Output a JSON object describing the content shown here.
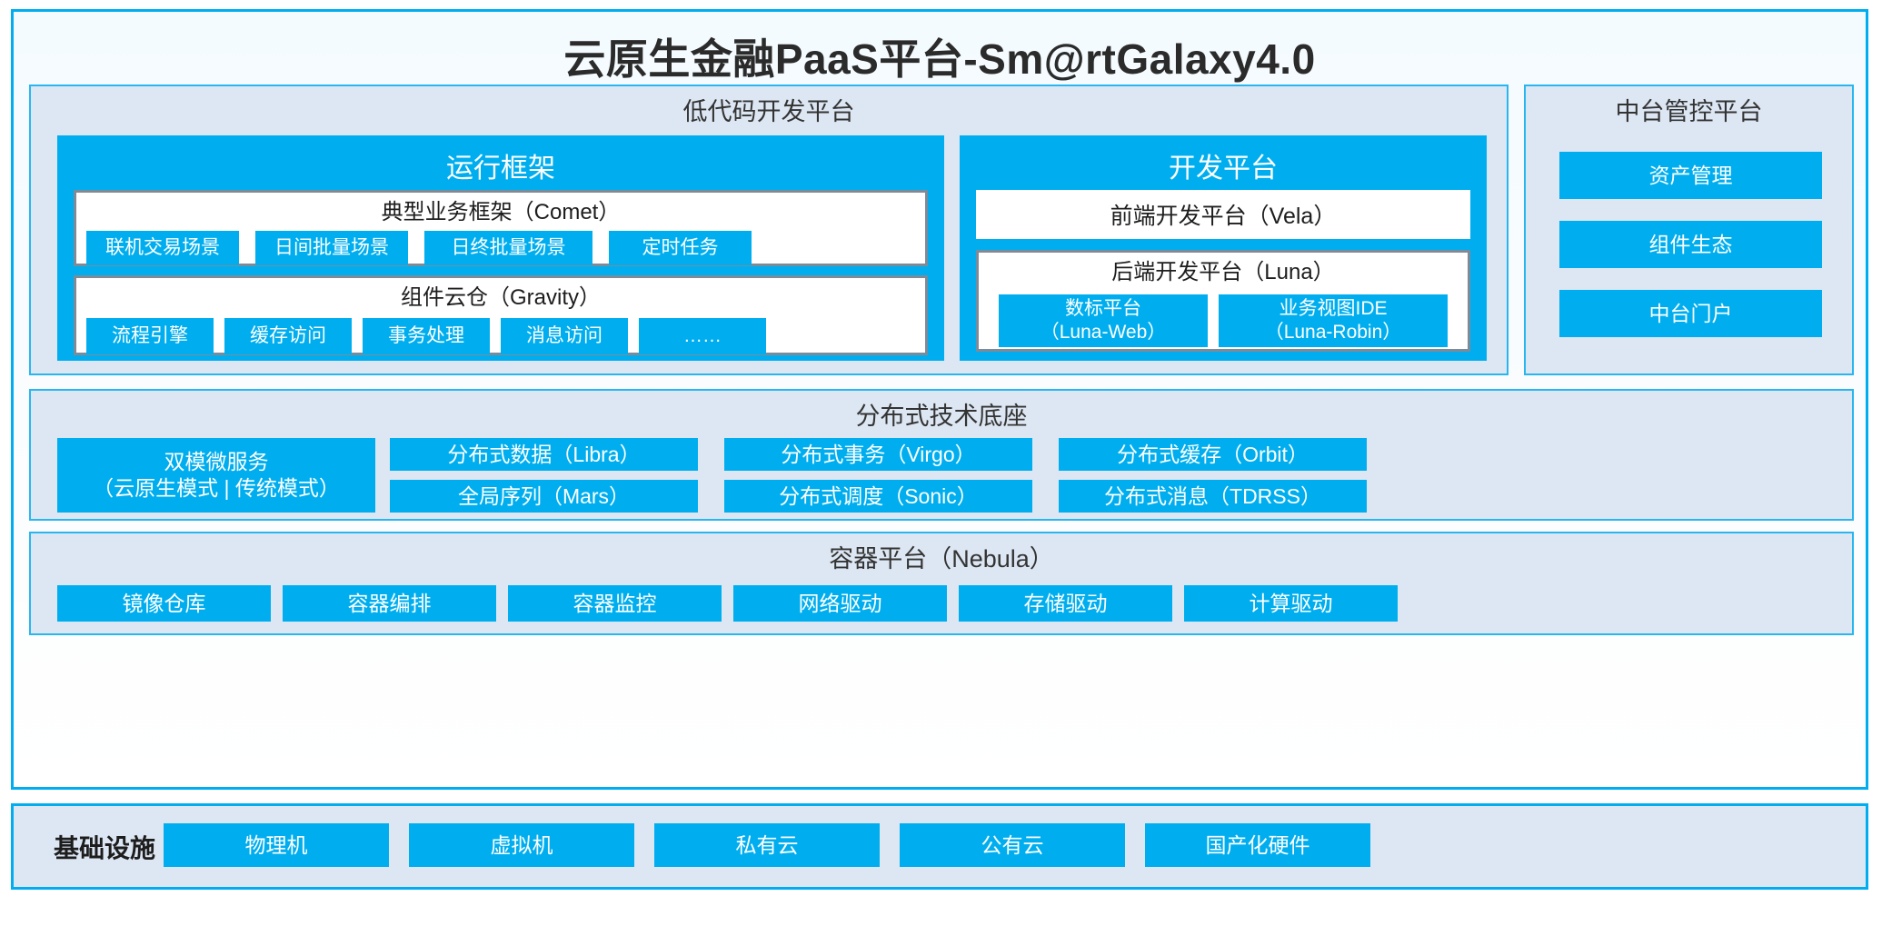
{
  "page": {
    "title": "云原生金融PaaS平台-Sm@rtGalaxy4.0"
  },
  "colors": {
    "accent_blue": "#00AEEF",
    "panel_bg": "#DDE7F3",
    "panel_border": "#29B6F0",
    "box_border": "#7D8B99",
    "text_dark": "#1d1d1d"
  },
  "lowcode": {
    "title": "低代码开发平台",
    "runtime": {
      "title": "运行框架",
      "comet": {
        "title": "典型业务框架（Comet）",
        "items": [
          "联机交易场景",
          "日间批量场景",
          "日终批量场景",
          "定时任务"
        ]
      },
      "gravity": {
        "title": "组件云仓（Gravity）",
        "items": [
          "流程引擎",
          "缓存访问",
          "事务处理",
          "消息访问",
          "……"
        ]
      }
    },
    "devplatform": {
      "title": "开发平台",
      "frontend": "前端开发平台（Vela）",
      "backend": {
        "title": "后端开发平台（Luna）",
        "items": [
          {
            "line1": "数标平台",
            "line2": "（Luna-Web）"
          },
          {
            "line1": "业务视图IDE",
            "line2": "（Luna-Robin）"
          }
        ]
      }
    }
  },
  "midplatform": {
    "title": "中台管控平台",
    "items": [
      "资产管理",
      "组件生态",
      "中台门户"
    ]
  },
  "distributed": {
    "title": "分布式技术底座",
    "microservice": {
      "line1": "双模微服务",
      "line2": "（云原生模式 | 传统模式）"
    },
    "columns": [
      [
        "分布式数据（Libra）",
        "全局序列（Mars）"
      ],
      [
        "分布式事务（Virgo）",
        "分布式调度（Sonic）"
      ],
      [
        "分布式缓存（Orbit）",
        "分布式消息（TDRSS）"
      ]
    ]
  },
  "container": {
    "title": "容器平台（Nebula）",
    "items": [
      "镜像仓库",
      "容器编排",
      "容器监控",
      "网络驱动",
      "存储驱动",
      "计算驱动"
    ]
  },
  "infrastructure": {
    "label": "基础设施",
    "items": [
      "物理机",
      "虚拟机",
      "私有云",
      "公有云",
      "国产化硬件"
    ]
  }
}
